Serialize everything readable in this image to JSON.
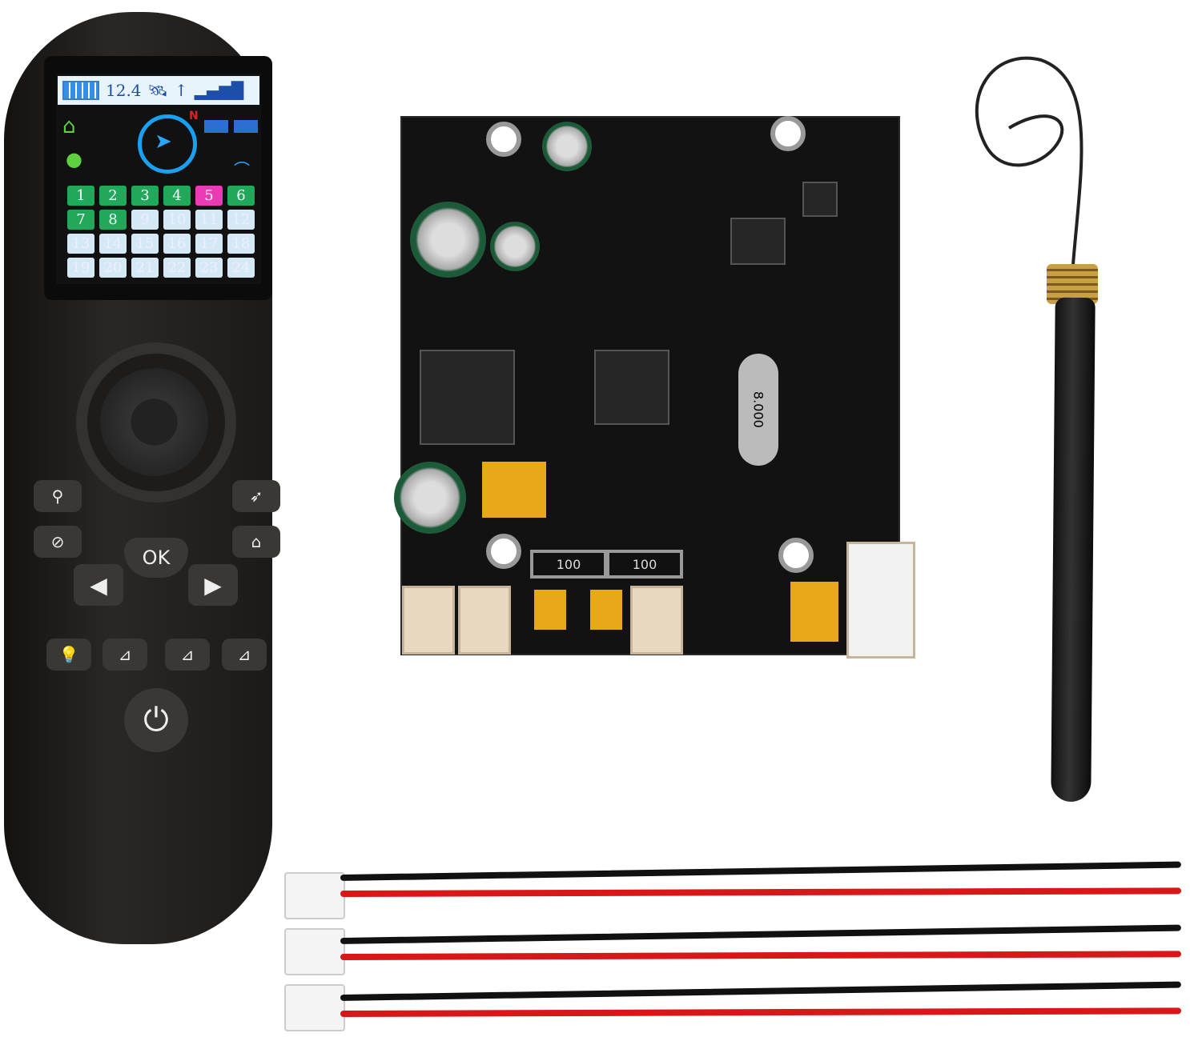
{
  "remote": {
    "status_bar": {
      "voltage": "12.4"
    },
    "compass_label": "N",
    "channels": [
      {
        "n": "1",
        "state": "on"
      },
      {
        "n": "2",
        "state": "on"
      },
      {
        "n": "3",
        "state": "on"
      },
      {
        "n": "4",
        "state": "on"
      },
      {
        "n": "5",
        "state": "active"
      },
      {
        "n": "6",
        "state": "on"
      },
      {
        "n": "7",
        "state": "on"
      },
      {
        "n": "8",
        "state": "on"
      },
      {
        "n": "9",
        "state": "off"
      },
      {
        "n": "10",
        "state": "off"
      },
      {
        "n": "11",
        "state": "off"
      },
      {
        "n": "12",
        "state": "off"
      },
      {
        "n": "13",
        "state": "off"
      },
      {
        "n": "14",
        "state": "off"
      },
      {
        "n": "15",
        "state": "off"
      },
      {
        "n": "16",
        "state": "off"
      },
      {
        "n": "17",
        "state": "off"
      },
      {
        "n": "18",
        "state": "off"
      },
      {
        "n": "19",
        "state": "off"
      },
      {
        "n": "20",
        "state": "off"
      },
      {
        "n": "21",
        "state": "off"
      },
      {
        "n": "22",
        "state": "off"
      },
      {
        "n": "23",
        "state": "off"
      },
      {
        "n": "24",
        "state": "off"
      }
    ],
    "ok_label": "OK",
    "colors": {
      "on": "#21a85a",
      "active": "#ea3bb4",
      "off": "#d4e9f5"
    }
  },
  "pcb": {
    "resistor_1": "100",
    "resistor_2": "100",
    "crystal": "8.000"
  }
}
